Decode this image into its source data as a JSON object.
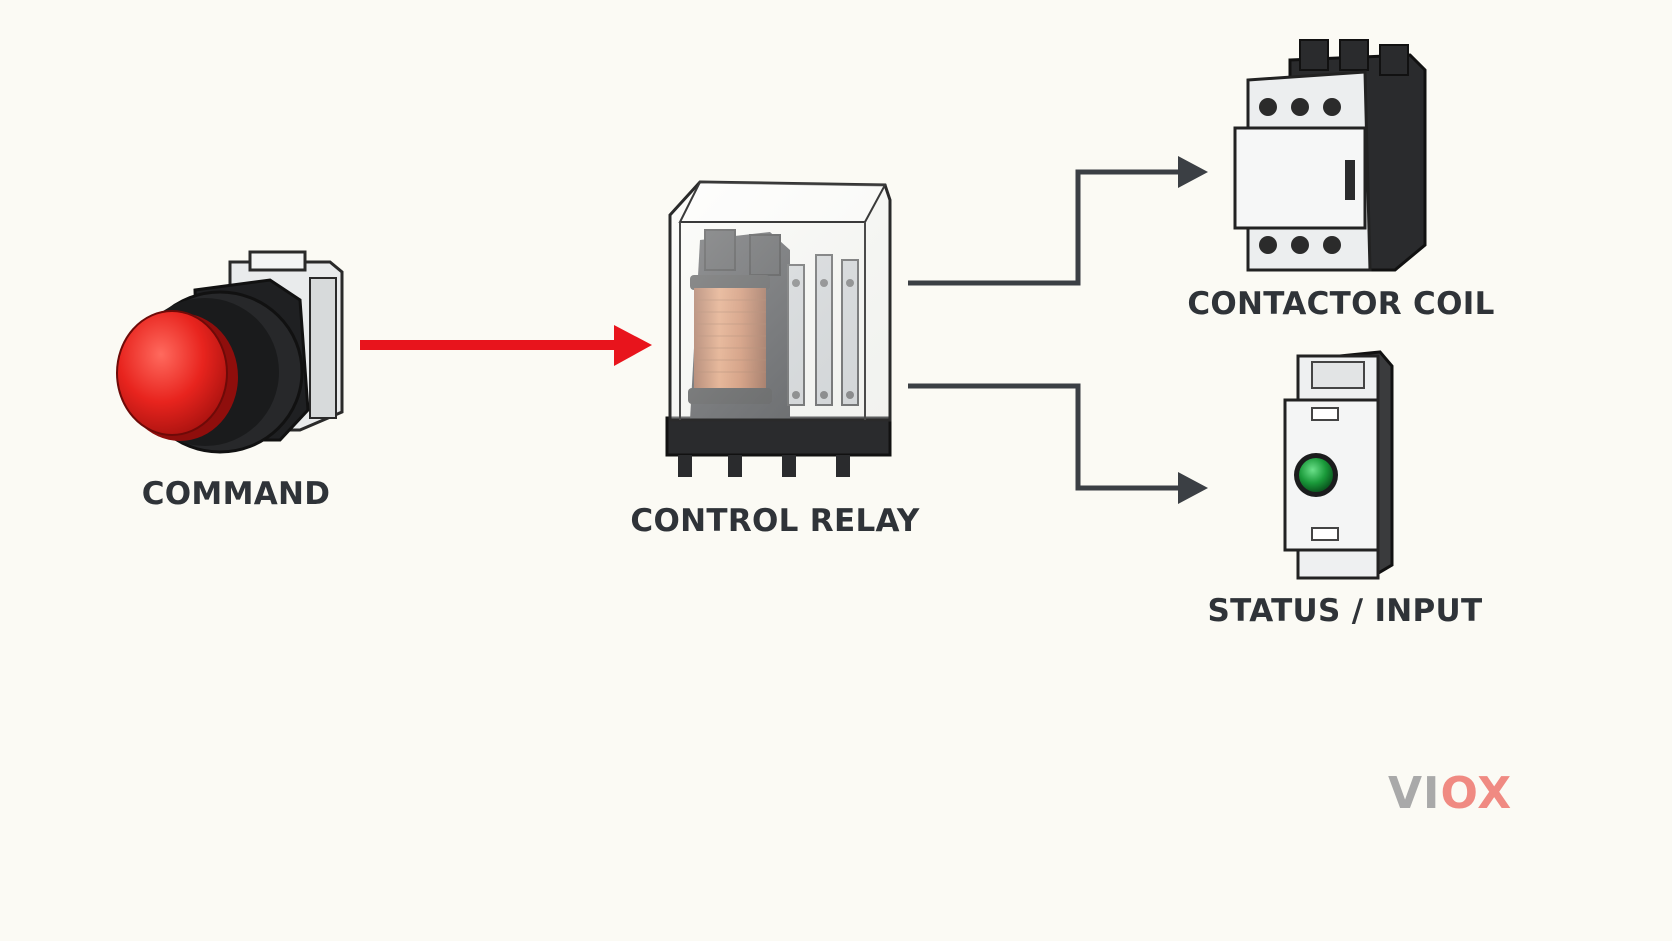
{
  "labels": {
    "command": "COMMAND",
    "control_relay": "CONTROL RELAY",
    "contactor_coil": "CONTACTOR COIL",
    "status_input": "STATUS / INPUT"
  },
  "logo": {
    "part1": "VI",
    "part2": "OX"
  },
  "colors": {
    "background": "#fbfaf4",
    "command_arrow": "#e8141c",
    "output_lines": "#3b3f44",
    "button_red": "#e8241e",
    "coil_copper": "#c46a3a",
    "indicator_green": "#1a9a3a",
    "logo_gray": "#a9a9a9",
    "logo_red": "#f08a82"
  },
  "icons": [
    "push-button-icon",
    "control-relay-icon",
    "contactor-icon",
    "indicator-module-icon"
  ]
}
